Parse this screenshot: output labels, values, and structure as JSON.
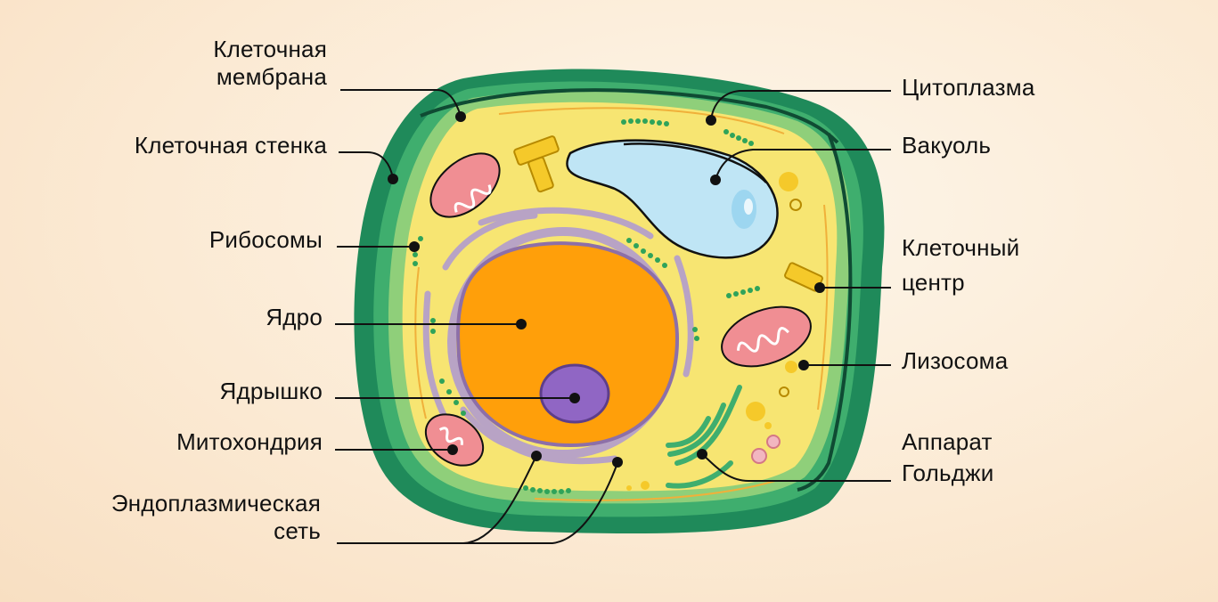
{
  "labels": {
    "membrane": [
      "Клеточная",
      "мембрана"
    ],
    "wall": "Клеточная стенка",
    "ribosomes": "Рибосомы",
    "nucleus": "Ядро",
    "nucleolus": "Ядрышко",
    "mitochondrion": "Митохондрия",
    "er": [
      "Эндоплазмическая",
      "сеть"
    ],
    "cytoplasm": "Цитоплазма",
    "vacuole": "Вакуоль",
    "centrosome": [
      "Клеточный",
      "центр"
    ],
    "lysosome": "Лизосома",
    "golgi": [
      "Аппарат",
      "Гольджи"
    ]
  },
  "colors": {
    "wall": "#1f8a5a",
    "wall_inner": "#3fae6e",
    "membrane_band": "#8fcf7a",
    "cytoplasm": "#f7e572",
    "nucleus": "#ff9f0a",
    "nucleolus": "#9066c4",
    "vacuole": "#bfe5f5",
    "mitochondrion": "#f08e93",
    "er": "#b8a3c5",
    "golgi": "#3fae6e",
    "ribosome": "#2fa35a",
    "pointer": "#111111"
  }
}
